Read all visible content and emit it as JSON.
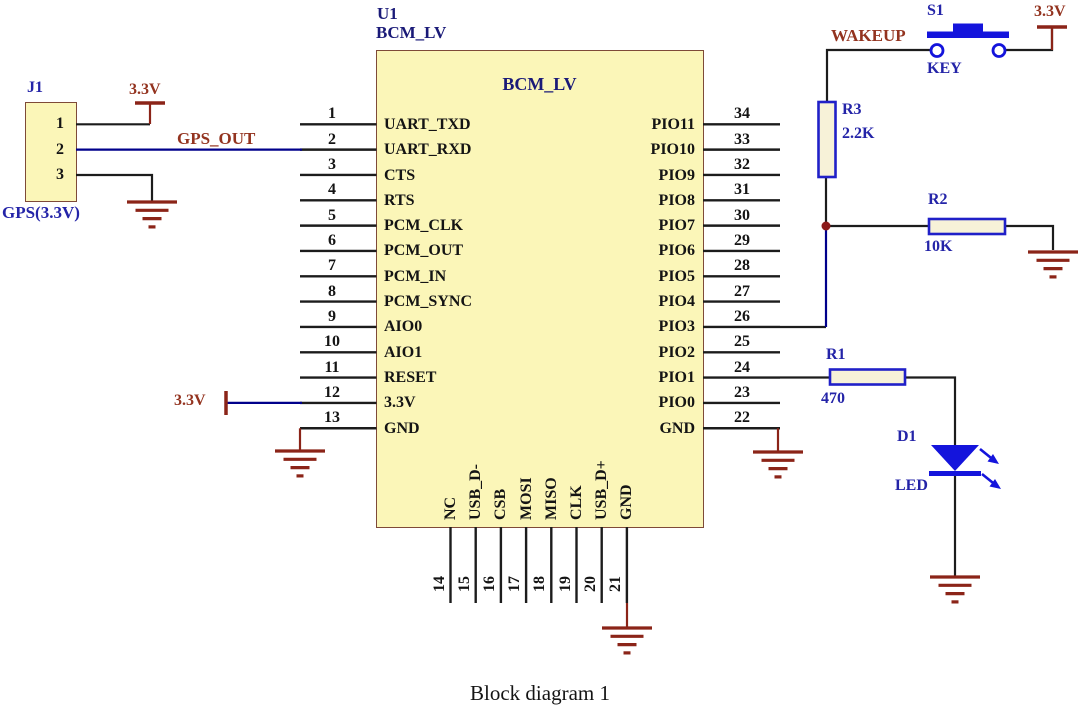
{
  "caption": "Block diagram 1",
  "chip": {
    "designator": "U1",
    "part": "BCM_LV",
    "title": "BCM_LV",
    "left_pins": [
      {
        "num": "1",
        "name": "UART_TXD"
      },
      {
        "num": "2",
        "name": "UART_RXD"
      },
      {
        "num": "3",
        "name": "CTS"
      },
      {
        "num": "4",
        "name": "RTS"
      },
      {
        "num": "5",
        "name": "PCM_CLK"
      },
      {
        "num": "6",
        "name": "PCM_OUT"
      },
      {
        "num": "7",
        "name": "PCM_IN"
      },
      {
        "num": "8",
        "name": "PCM_SYNC"
      },
      {
        "num": "9",
        "name": "AIO0"
      },
      {
        "num": "10",
        "name": "AIO1"
      },
      {
        "num": "11",
        "name": "RESET"
      },
      {
        "num": "12",
        "name": "3.3V"
      },
      {
        "num": "13",
        "name": "GND"
      }
    ],
    "right_pins": [
      {
        "num": "34",
        "name": "PIO11"
      },
      {
        "num": "33",
        "name": "PIO10"
      },
      {
        "num": "32",
        "name": "PIO9"
      },
      {
        "num": "31",
        "name": "PIO8"
      },
      {
        "num": "30",
        "name": "PIO7"
      },
      {
        "num": "29",
        "name": "PIO6"
      },
      {
        "num": "28",
        "name": "PIO5"
      },
      {
        "num": "27",
        "name": "PIO4"
      },
      {
        "num": "26",
        "name": "PIO3"
      },
      {
        "num": "25",
        "name": "PIO2"
      },
      {
        "num": "24",
        "name": "PIO1"
      },
      {
        "num": "23",
        "name": "PIO0"
      },
      {
        "num": "22",
        "name": "GND"
      }
    ],
    "bottom_pins": [
      {
        "num": "14",
        "name": "NC"
      },
      {
        "num": "15",
        "name": "USB_D-"
      },
      {
        "num": "16",
        "name": "CSB"
      },
      {
        "num": "17",
        "name": "MOSI"
      },
      {
        "num": "18",
        "name": "MISO"
      },
      {
        "num": "19",
        "name": "CLK"
      },
      {
        "num": "20",
        "name": "USB_D+"
      },
      {
        "num": "21",
        "name": "GND"
      }
    ]
  },
  "connector": {
    "designator": "J1",
    "label": "GPS(3.3V)",
    "pins": [
      "1",
      "2",
      "3"
    ]
  },
  "nets": {
    "gps_out": "GPS_OUT",
    "wakeup": "WAKEUP"
  },
  "power": {
    "j1_rail": "3.3V",
    "chip_rail": "3.3V",
    "s1_rail": "3.3V"
  },
  "resistors": {
    "r3": {
      "ref": "R3",
      "value": "2.2K"
    },
    "r2": {
      "ref": "R2",
      "value": "10K"
    },
    "r1": {
      "ref": "R1",
      "value": "470"
    }
  },
  "switch_s1": {
    "ref": "S1",
    "label": "KEY"
  },
  "led_d1": {
    "ref": "D1",
    "label": "LED"
  },
  "colors": {
    "wire_black": "#1c1c1c",
    "wire_blue": "#00008b",
    "symbol_red": "#8b2418",
    "label_blue": "#2424a8",
    "label_red": "#93331f",
    "title_navy": "#1a1a78",
    "chip_fill": "#fbf6b8",
    "chip_border": "#7e4a38",
    "resistor_stroke": "#2020c8",
    "resistor_fill": "#f7f2d8",
    "device_blue": "#1414dc",
    "text_black": "#141414",
    "bg": "#ffffff"
  }
}
